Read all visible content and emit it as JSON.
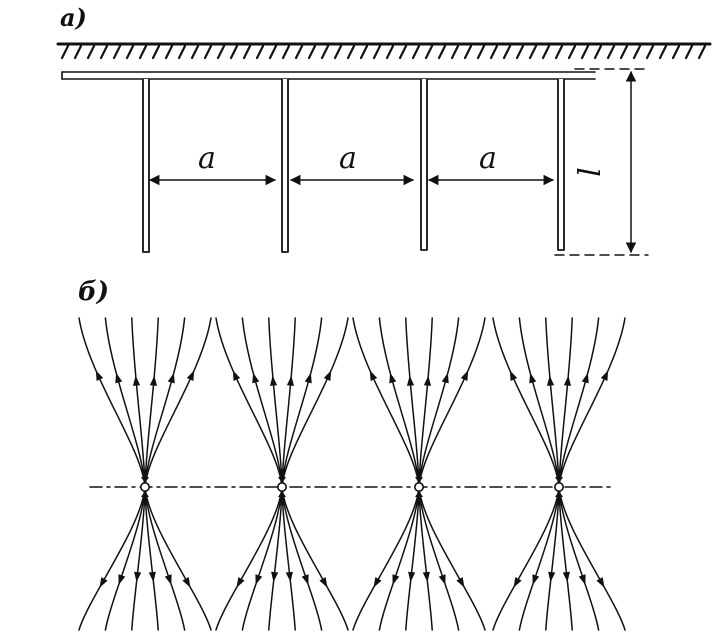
{
  "colors": {
    "ink": "#111111",
    "paper": "#ffffff"
  },
  "panel_a": {
    "label": "а)",
    "spacing_label": "a",
    "depth_label": "l",
    "electrode_count": 4
  },
  "panel_b": {
    "label": "б)",
    "source_count": 4,
    "lines_per_side": 6
  }
}
